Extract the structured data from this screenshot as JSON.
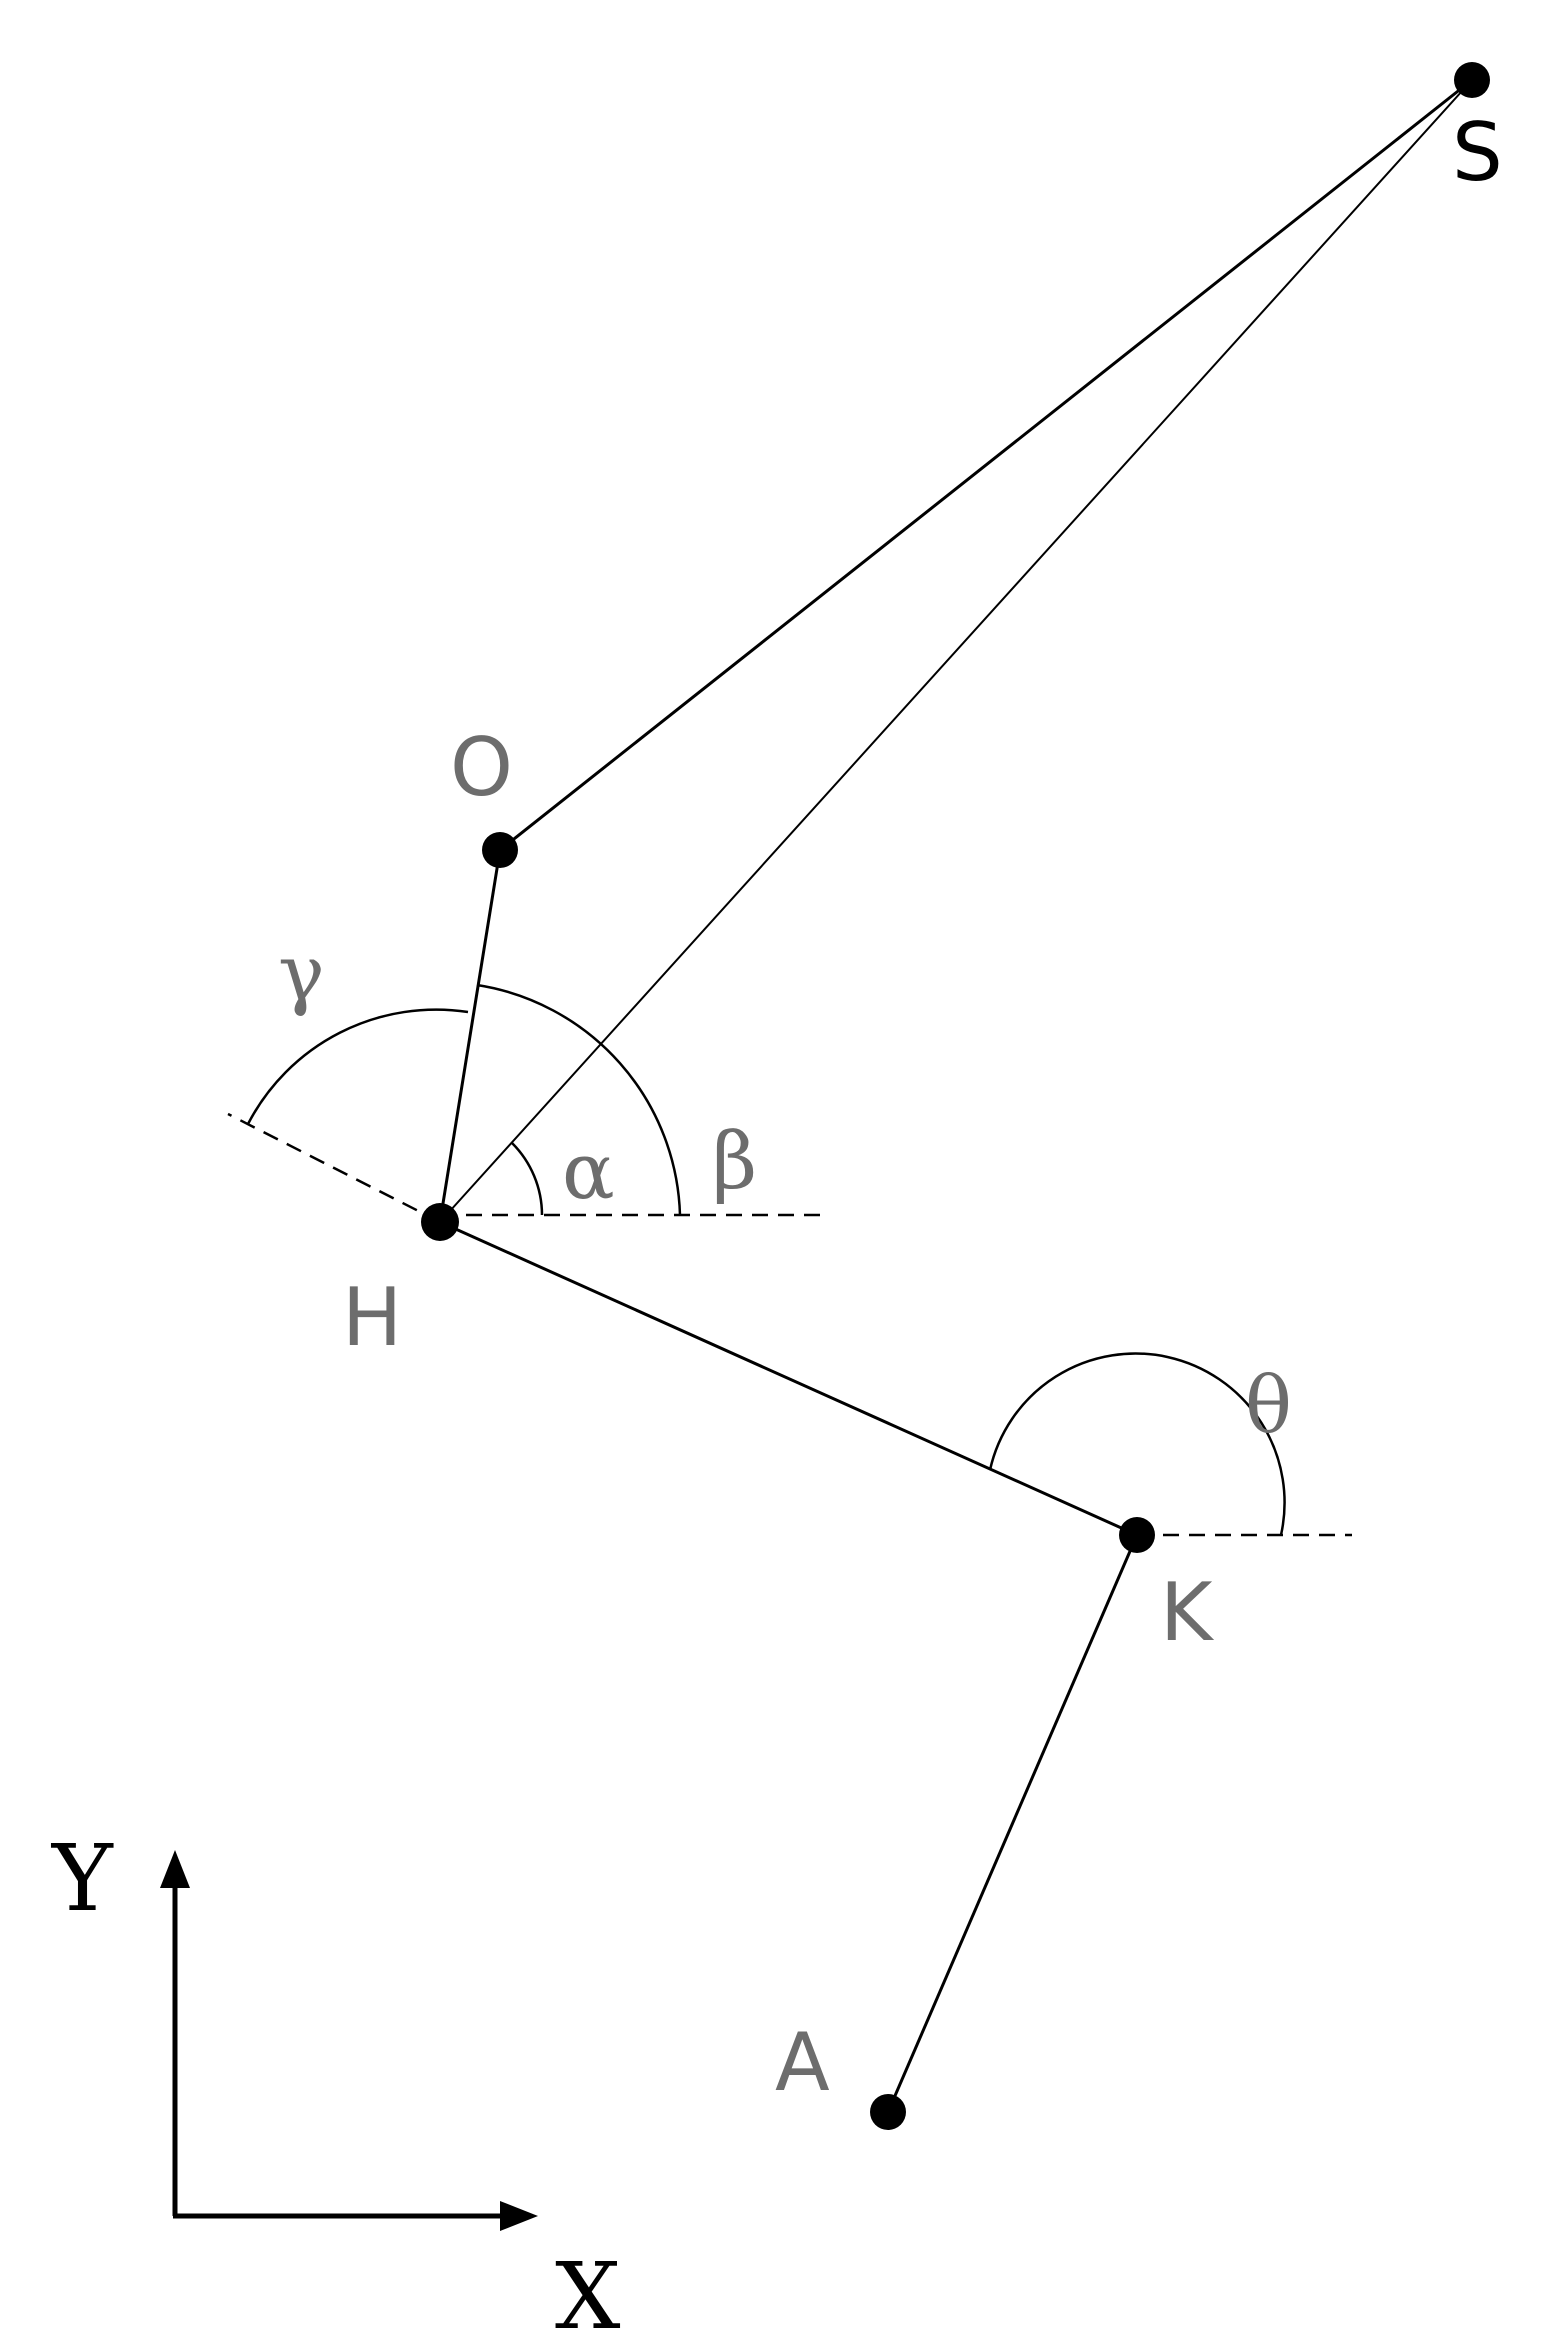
{
  "points": {
    "S": "S",
    "O": "O",
    "H": "H",
    "K": "K",
    "A": "A"
  },
  "angles": {
    "alpha": "α",
    "beta": "β",
    "gamma": "γ",
    "theta": "θ"
  },
  "axes": {
    "x": "X",
    "y": "Y"
  }
}
